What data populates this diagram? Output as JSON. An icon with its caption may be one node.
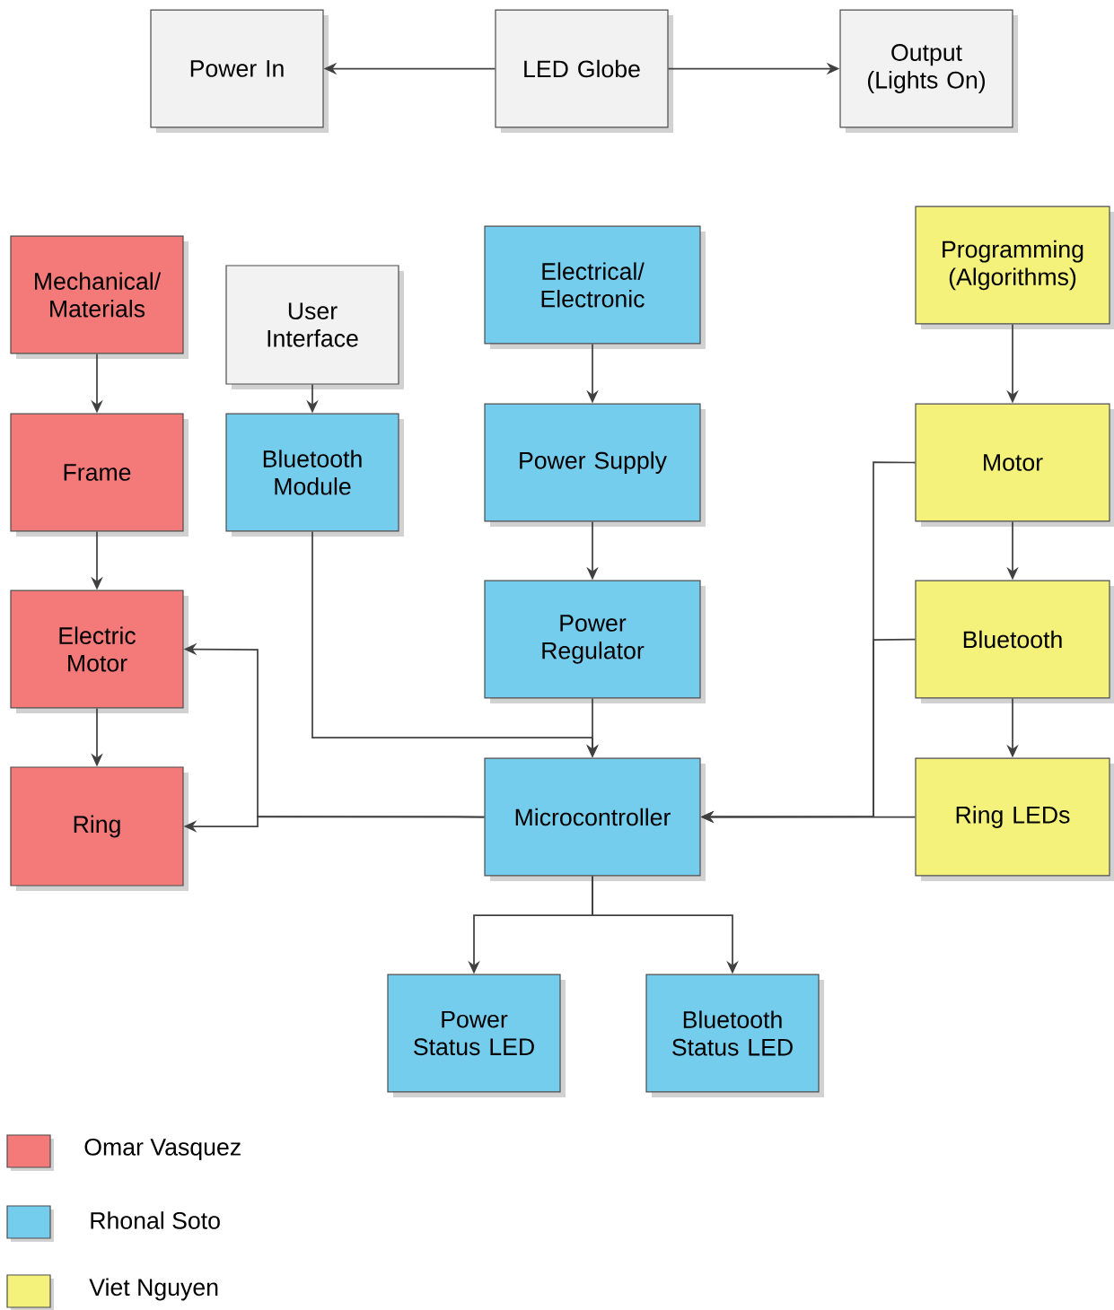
{
  "diagram": {
    "nodes": [
      {
        "text": [
          "Power In"
        ]
      },
      {
        "text": [
          "LED Globe"
        ]
      },
      {
        "text": [
          "Output (Lights On)"
        ]
      },
      {
        "text": [
          "Mechanical/ Materials"
        ]
      },
      {
        "text": [
          "User Interface"
        ]
      },
      {
        "text": [
          "Electrical/ Electronic"
        ]
      },
      {
        "text": [
          "Programming (Algorithms)"
        ]
      },
      {
        "text": [
          "Frame"
        ]
      },
      {
        "text": [
          "Bluetooth Module"
        ]
      },
      {
        "text": [
          "Power Supply"
        ]
      },
      {
        "text": [
          "Motor"
        ]
      },
      {
        "text": [
          "Electric Motor"
        ]
      },
      {
        "text": [
          "Power Regulator"
        ]
      },
      {
        "text": [
          "Bluetooth"
        ]
      },
      {
        "text": [
          "Ring"
        ]
      },
      {
        "text": [
          "Microcontroller"
        ]
      },
      {
        "text": [
          "Ring LEDs"
        ]
      },
      {
        "text": [
          "Power Status LED"
        ]
      },
      {
        "text": [
          "Bluetooth Status LED"
        ]
      }
    ],
    "edges": [
      {
        "from": 1,
        "to": 0,
        "arrow": "to"
      },
      {
        "from": 1,
        "to": 2,
        "arrow": "to"
      },
      {
        "from": 3,
        "to": 7,
        "arrow": "to"
      },
      {
        "from": 4,
        "to": 8,
        "arrow": "to"
      },
      {
        "from": 5,
        "to": 9,
        "arrow": "to"
      },
      {
        "from": 6,
        "to": 10,
        "arrow": "to"
      },
      {
        "from": 7,
        "to": 11,
        "arrow": "to"
      },
      {
        "from": 8,
        "to": 15,
        "arrow": "to"
      },
      {
        "from": 9,
        "to": 12,
        "arrow": "to"
      },
      {
        "from": 10,
        "to": 13,
        "arrow": "to"
      },
      {
        "from": 12,
        "to": 15,
        "arrow": "to"
      },
      {
        "from": 13,
        "to": 16,
        "arrow": "to"
      },
      {
        "from": 11,
        "to": 14,
        "arrow": "to"
      },
      {
        "from": 10,
        "to": 15,
        "arrow": "to"
      },
      {
        "from": 13,
        "to": 15,
        "arrow": "to"
      },
      {
        "from": 16,
        "to": 15,
        "arrow": "to"
      },
      {
        "from": 15,
        "to": 11,
        "arrow": "to"
      },
      {
        "from": 15,
        "to": 14,
        "arrow": "to"
      },
      {
        "from": 15,
        "to": 17,
        "arrow": "to"
      },
      {
        "from": 15,
        "to": 18,
        "arrow": "to"
      }
    ],
    "legend": [
      {
        "text": "Omar Vasquez",
        "color": "#f47a7a"
      },
      {
        "text": "Rhonal Soto",
        "color": "#75cdee"
      },
      {
        "text": "Viet Nguyen",
        "color": "#f4f27a"
      }
    ]
  }
}
